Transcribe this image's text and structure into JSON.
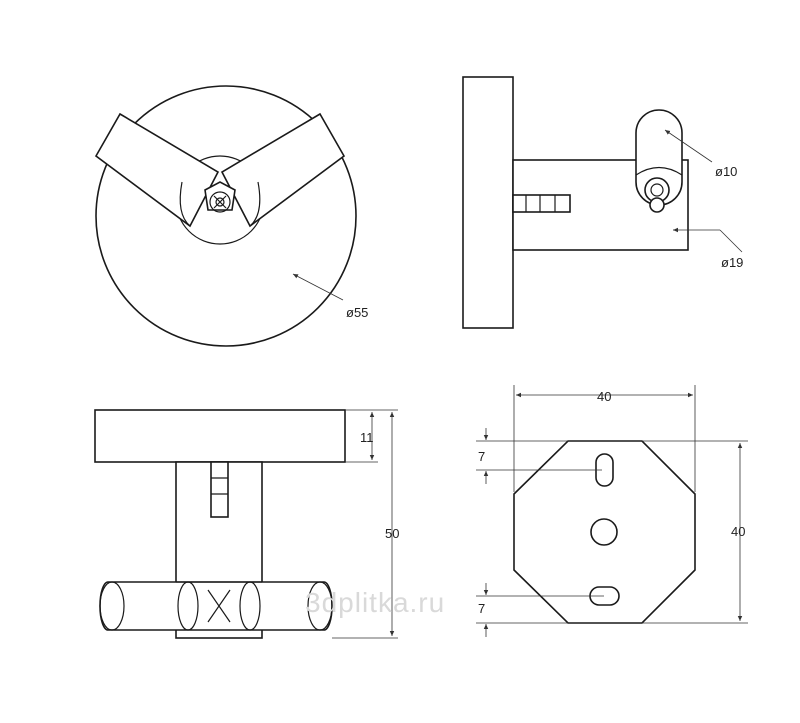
{
  "drawing": {
    "line_color": "#1a1a1a",
    "watermark_color": "#d9d9d9"
  },
  "labels": {
    "front_diameter": "ø55",
    "hook_diameter": "ø10",
    "arm_diameter": "ø19",
    "plate_width": "40",
    "plate_height": "40",
    "slot_offset_top": "7",
    "slot_offset_bottom": "7",
    "base_thickness": "11",
    "total_depth": "50"
  },
  "watermark": "3dplitka.ru"
}
